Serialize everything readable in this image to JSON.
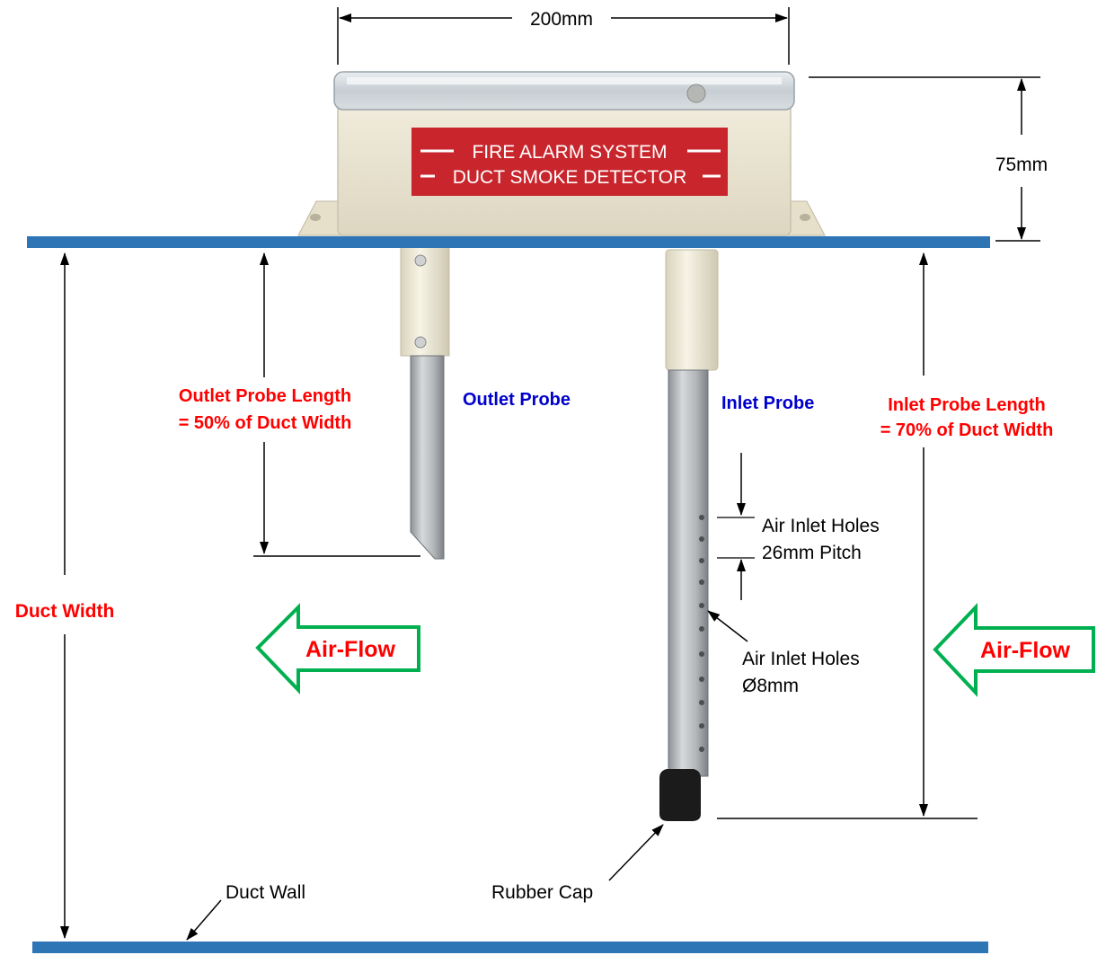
{
  "dimensions": {
    "width_label": "200mm",
    "height_label": "75mm"
  },
  "detector": {
    "label_line1": "FIRE ALARM SYSTEM",
    "label_line2": "DUCT SMOKE DETECTOR"
  },
  "labels": {
    "outlet_probe": "Outlet Probe",
    "inlet_probe": "Inlet Probe",
    "outlet_length_line1": "Outlet Probe Length",
    "outlet_length_line2": "= 50% of Duct Width",
    "inlet_length_line1": "Inlet Probe Length",
    "inlet_length_line2": "= 70% of Duct Width",
    "duct_width": "Duct Width",
    "airflow_left": "Air-Flow",
    "airflow_right": "Air-Flow",
    "holes_pitch_line1": "Air Inlet Holes",
    "holes_pitch_line2": "26mm Pitch",
    "holes_dia_line1": "Air Inlet Holes",
    "holes_dia_line2": "Ø8mm",
    "rubber_cap": "Rubber Cap",
    "duct_wall": "Duct Wall"
  },
  "colors": {
    "duct": "#2e75b6",
    "red_text": "#ff0000",
    "blue_text": "#0000cc",
    "airflow_arrow": "#00b050",
    "label_plate": "#c8262c",
    "housing": "#ece6d4",
    "probe_sleeve": "#f0ecd8",
    "probe_metal": "#b9bcbf"
  }
}
